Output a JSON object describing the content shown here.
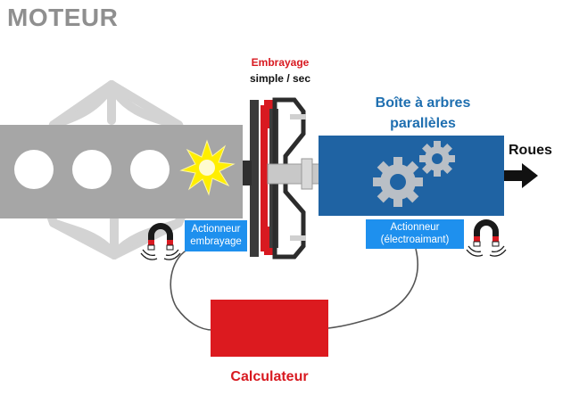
{
  "title": "MOTEUR",
  "clutch": {
    "title": "Embrayage",
    "subtitle": "simple / sec"
  },
  "gearbox": {
    "title_line1": "Boîte à arbres",
    "title_line2": "parallèles"
  },
  "output": {
    "label": "Roues"
  },
  "actuators": {
    "clutch_line1": "Actionneur",
    "clutch_line2": "embrayage",
    "gearbox_line1": "Actionneur",
    "gearbox_line2": "(électroaimant)"
  },
  "ecu": {
    "label": "Calculateur"
  },
  "colors": {
    "engine_gray": "#a6a6a6",
    "engine_outline": "#c9c9c9",
    "clutch_red": "#d81920",
    "gearbox_blue": "#1f63a3",
    "actuator_blue": "#1e90ee",
    "ecu_red": "#dc1a1f",
    "spark_yellow": "#ffee00"
  },
  "icons": {
    "spark": "explosion-icon",
    "magnet": "magnet-icon",
    "gears": "gears-icon",
    "arrow": "arrow-right-icon"
  }
}
